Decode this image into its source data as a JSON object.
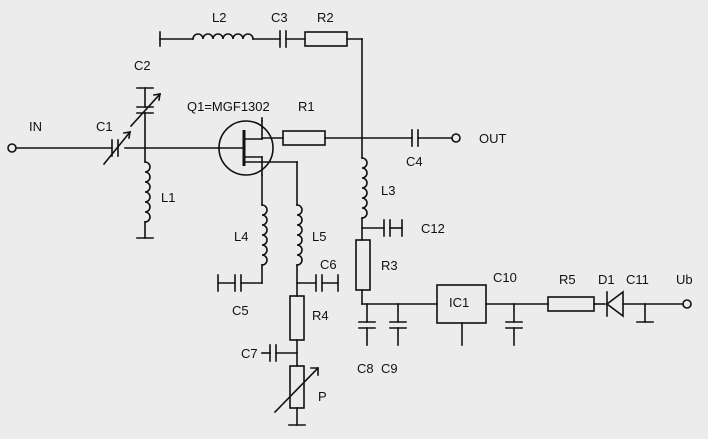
{
  "labels": {
    "in": "IN",
    "out": "OUT",
    "ub": "Ub",
    "q1": "Q1=MGF1302",
    "c1": "C1",
    "c2": "C2",
    "c3": "C3",
    "c4": "C4",
    "c5": "C5",
    "c6": "C6",
    "c7": "C7",
    "c8": "C8",
    "c9": "C9",
    "c10": "C10",
    "c11": "C11",
    "c12": "C12",
    "l1": "L1",
    "l2": "L2",
    "l3": "L3",
    "l4": "L4",
    "l5": "L5",
    "r1": "R1",
    "r2": "R2",
    "r3": "R3",
    "r4": "R4",
    "r5": "R5",
    "ic1": "IC1",
    "d1": "D1",
    "p": "P"
  }
}
